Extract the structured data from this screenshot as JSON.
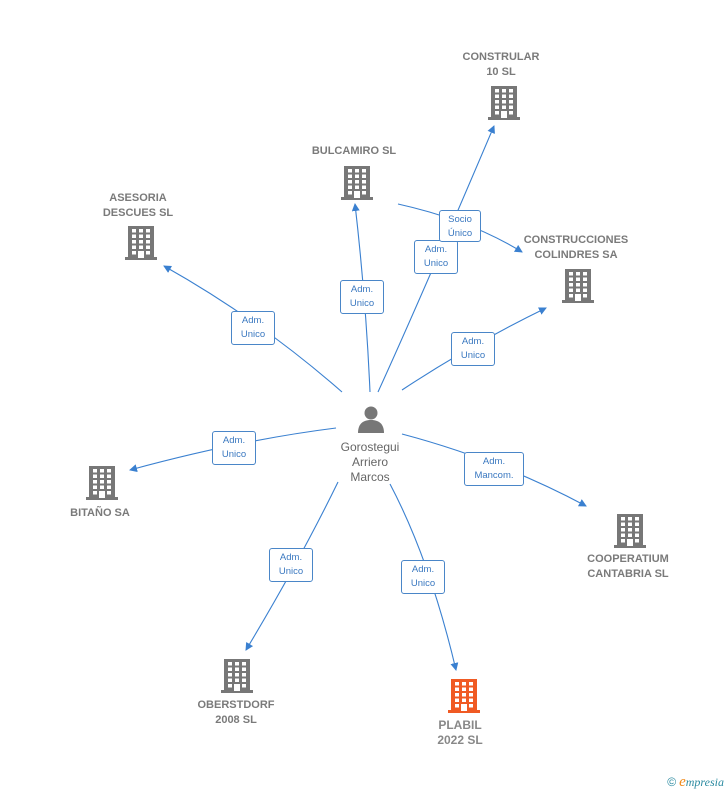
{
  "person": {
    "name": "Gorostegui\nArriero\nMarcos",
    "icon": "person-icon",
    "color": "#777777"
  },
  "companies": [
    {
      "id": "constrular",
      "name": "CONSTRULAR\n10 SL",
      "highlight": false
    },
    {
      "id": "bulcamiro",
      "name": "BULCAMIRO SL",
      "highlight": false
    },
    {
      "id": "asesoria",
      "name": "ASESORIA\nDESCUES SL",
      "highlight": false
    },
    {
      "id": "construcciones",
      "name": "CONSTRUCCIONES\nCOLINDRES SA",
      "highlight": false
    },
    {
      "id": "bitano",
      "name": "BITAÑO SA",
      "highlight": false
    },
    {
      "id": "cooperatium",
      "name": "COOPERATIUM\nCANTABRIA SL",
      "highlight": false
    },
    {
      "id": "oberstdorf",
      "name": "OBERSTDORF\n2008 SL",
      "highlight": false
    },
    {
      "id": "plabil",
      "name": "PLABIL\n2022  SL",
      "highlight": true
    }
  ],
  "relations": [
    {
      "id": "r-constrular",
      "label": "Adm.\nUnico"
    },
    {
      "id": "r-bulcamiro",
      "label": "Adm.\nUnico"
    },
    {
      "id": "r-asesoria",
      "label": "Adm.\nUnico"
    },
    {
      "id": "r-socio",
      "label": "Socio\nÚnico"
    },
    {
      "id": "r-construcciones",
      "label": "Adm.\nUnico"
    },
    {
      "id": "r-bitano",
      "label": "Adm.\nUnico"
    },
    {
      "id": "r-cooperatium",
      "label": "Adm.\nMancom."
    },
    {
      "id": "r-oberstdorf",
      "label": "Adm.\nUnico"
    },
    {
      "id": "r-plabil",
      "label": "Adm.\nUnico"
    }
  ],
  "colors": {
    "edge": "#3a80d0",
    "building": "#777777",
    "building_highlight": "#f05a23"
  },
  "brand": {
    "copyright": "©",
    "name": "mpresia",
    "initial": "e"
  }
}
